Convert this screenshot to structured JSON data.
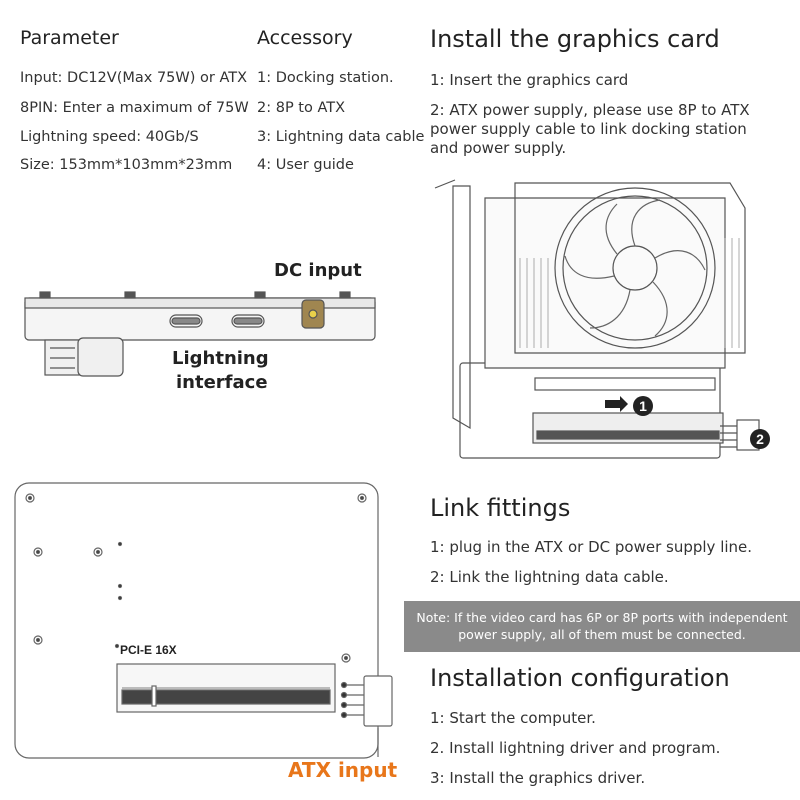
{
  "parameter": {
    "heading": "Parameter",
    "lines": [
      "Input: DC12V(Max 75W) or ATX",
      "8PIN: Enter a maximum of 75W",
      "Lightning speed: 40Gb/S",
      "Size: 153mm*103mm*23mm"
    ]
  },
  "accessory": {
    "heading": "Accessory",
    "items": [
      "1: Docking station.",
      "2: 8P to ATX",
      "3: Lightning data cable",
      "4: User guide"
    ]
  },
  "install_card": {
    "heading": "Install the graphics card",
    "steps": [
      "1: Insert the graphics card",
      "2: ATX power supply, please use 8P to ATX",
      "power supply cable to link docking station",
      "and power supply."
    ],
    "marker_1": "1",
    "marker_2": "2"
  },
  "side_view": {
    "dc_label": "DC input",
    "lightning_label_1": "Lightning",
    "lightning_label_2": "interface"
  },
  "board": {
    "slot_label": "PCI-E 16X",
    "atx_label": "ATX input"
  },
  "link": {
    "heading": "Link fittings",
    "steps": [
      "1: plug in the ATX or DC power supply line.",
      "2: Link the lightning data cable."
    ],
    "note_1": "Note: If the video card has 6P or 8P ports with independent",
    "note_2": "power supply, all of them must be connected."
  },
  "config": {
    "heading": "Installation configuration",
    "steps": [
      "1: Start the computer.",
      "2. Install lightning driver and program.",
      "3: Install the graphics driver."
    ]
  },
  "colors": {
    "accent_orange": "#e8761a",
    "note_bg": "#8a8a8a",
    "line_gray": "#888888"
  }
}
